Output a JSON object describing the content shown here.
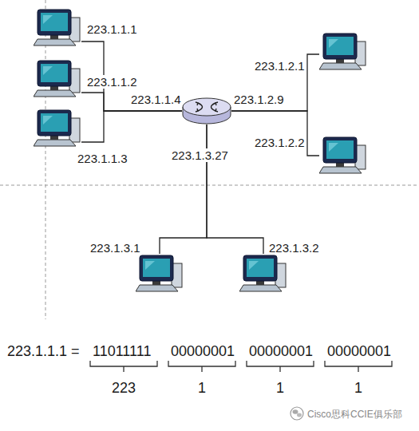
{
  "diagram": {
    "nodes": [
      {
        "text": [
          "223.1.1.1"
        ]
      },
      {
        "text": [
          "223.1.1.2"
        ]
      },
      {
        "text": [
          "223.1.1.3"
        ]
      },
      {
        "text": [
          "223.1.1.4",
          "223.1.2.9",
          "223.1.3.27"
        ]
      },
      {
        "text": [
          "223.1.2.1"
        ]
      },
      {
        "text": [
          "223.1.2.2"
        ]
      },
      {
        "text": [
          "223.1.3.1"
        ]
      },
      {
        "text": [
          "223.1.3.2"
        ]
      }
    ],
    "edges": [
      {
        "from": 0,
        "to": 3,
        "arrow": "none"
      },
      {
        "from": 1,
        "to": 3,
        "arrow": "none"
      },
      {
        "from": 2,
        "to": 3,
        "arrow": "none"
      },
      {
        "from": 4,
        "to": 3,
        "arrow": "none"
      },
      {
        "from": 5,
        "to": 3,
        "arrow": "none"
      },
      {
        "from": 6,
        "to": 3,
        "arrow": "none"
      },
      {
        "from": 7,
        "to": 3,
        "arrow": "none"
      }
    ],
    "labels": [
      "223.1.1.1 =",
      "11011111",
      "00000001",
      "00000001",
      "00000001",
      "223",
      "1",
      "1",
      "1",
      "Cisco思科CCIE俱乐部"
    ]
  }
}
